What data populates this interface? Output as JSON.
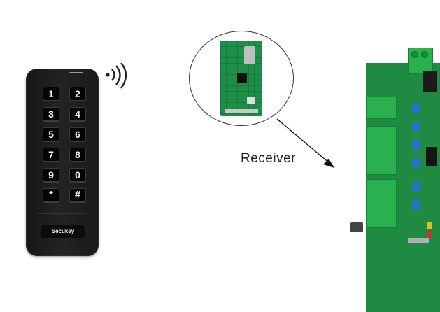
{
  "keypad": {
    "keys": [
      "1",
      "2",
      "3",
      "4",
      "5",
      "6",
      "7",
      "8",
      "9",
      "0",
      "*",
      "#"
    ],
    "brand": "Secukey",
    "wireless_icon": "wifi-signal-icon"
  },
  "receiver": {
    "label": "Receiver"
  },
  "colors": {
    "pcb_green": "#1f8a41",
    "terminal_green": "#29b04f",
    "relay_blue": "#2b73c9",
    "keypad_black": "#1a1a1a"
  }
}
